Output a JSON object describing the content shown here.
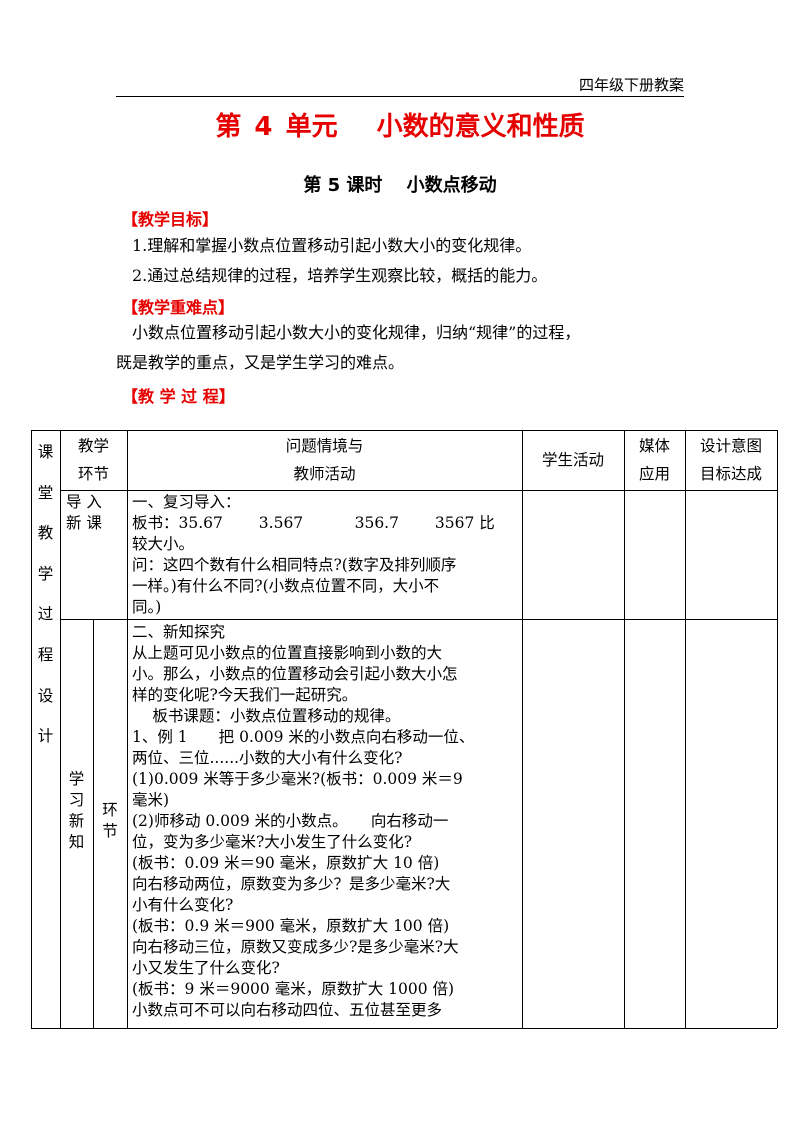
{
  "header": {
    "label": "四年级下册教案"
  },
  "unit_title": "第 4 单元　 小数的意义和性质",
  "lesson_title": "第 5 课时　 小数点移动",
  "goals": {
    "heading": "【教学目标】",
    "items": [
      "1.理解和掌握小数点位置移动引起小数大小的变化规律。",
      "2.通过总结规律的过程，培养学生观察比较，概括的能力。"
    ]
  },
  "key_points": {
    "heading": "【教学重难点】",
    "lines": [
      "小数点位置移动引起小数大小的变化规律，归纳“规律”的过程，",
      "既是教学的重点，又是学生学习的难点。"
    ]
  },
  "process_heading": "【教 学 过 程】",
  "table": {
    "side_label": [
      "课",
      "堂",
      "教",
      "学",
      "过",
      "程",
      "设",
      "计"
    ],
    "headers": {
      "stage": [
        "教学",
        "环节"
      ],
      "activity": [
        "问题情境与",
        "教师活动"
      ],
      "student": "学生活动",
      "media": [
        "媒体",
        "应用"
      ],
      "intent": [
        "设计意图",
        "目标达成"
      ]
    },
    "row1": {
      "stage": [
        "导 入",
        "新 课"
      ],
      "lines": [
        "一、复习导入：",
        "板书：35.67　　 3.567　　　 356.7　　 3567 比",
        "较大小。",
        "问：这四个数有什么相同特点?(数字及排列顺序",
        "一样。)有什么不同?(小数点位置不同，大小不",
        "同。)"
      ]
    },
    "row2": {
      "stage": [
        "学",
        "习",
        "新",
        "知"
      ],
      "sub_stage": [
        "环",
        "节"
      ],
      "lines": [
        "二、新知探究",
        "从上题可见小数点的位置直接影响到小数的大",
        "小。那么，小数点的位置移动会引起小数大小怎",
        "样的变化呢?今天我们一起研究。",
        "　 板书课题：小数点位置移动的规律。",
        "1、例 1　　把 0.009 米的小数点向右移动一位、",
        "两位、三位......小数的大小有什么变化?",
        "(1)0.009 米等于多少毫米?(板书：0.009 米＝9",
        "毫米)",
        "(2)师移动 0.009 米的小数点。　　向右移动一",
        "位，变为多少毫米?大小发生了什么变化?",
        "(板书：0.09 米＝90 毫米，原数扩大 10 倍)",
        "向右移动两位，原数变为多少？是多少毫米?大",
        "小有什么变化?",
        "(板书：0.9 米＝900 毫米，原数扩大 100 倍)",
        "向右移动三位，原数又变成多少?是多少毫米?大",
        "小又发生了什么变化?",
        "(板书：9 米＝9000 毫米，原数扩大 1000 倍)",
        "小数点可不可以向右移动四位、五位甚至更多"
      ]
    }
  }
}
